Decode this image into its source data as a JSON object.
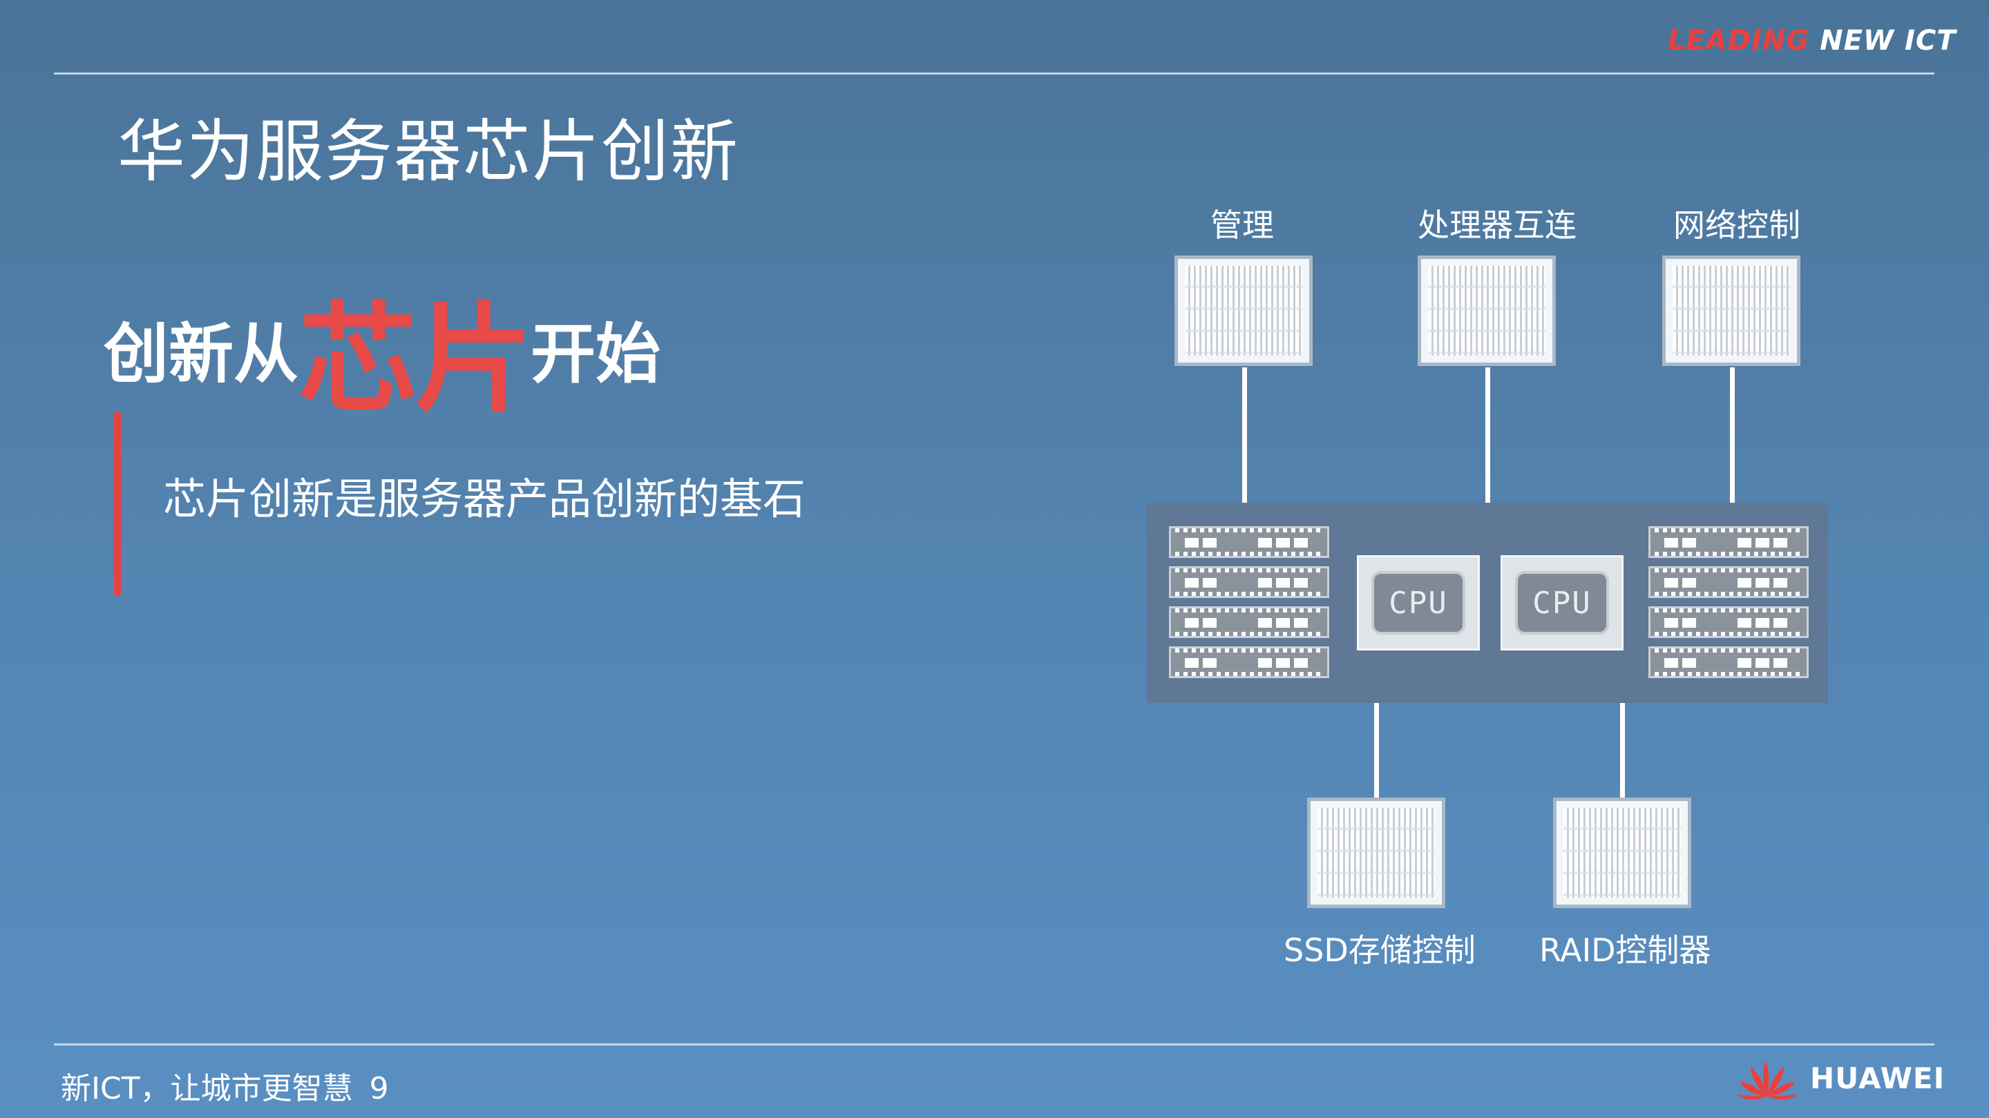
{
  "brand": {
    "part1": "LEADING",
    "part2": "NEW ICT"
  },
  "slide": {
    "title": "华为服务器芯片创新",
    "headline": {
      "pre": "创新从",
      "highlight": "芯片",
      "post": "开始"
    },
    "subtitle": "芯片创新是服务器产品创新的基石"
  },
  "diagram": {
    "top_labels": [
      "管理",
      "处理器互连",
      "网络控制"
    ],
    "cpu_labels": [
      "CPU",
      "CPU"
    ],
    "bottom_labels": [
      "SSD存储控制",
      "RAID控制器"
    ]
  },
  "footer": {
    "text": "新ICT，让城市更智慧",
    "page": "9"
  },
  "logo": {
    "name": "HUAWEI"
  },
  "colors": {
    "accent": "#e8413f",
    "background": "#5484b0"
  }
}
